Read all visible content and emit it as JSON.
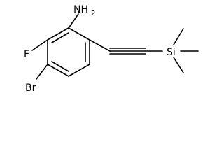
{
  "labels": {
    "amine_n": "NH",
    "amine_sub": "2",
    "fluoro": "F",
    "bromo": "Br",
    "silicon": "Si"
  },
  "colors": {
    "ink": "#000000",
    "background": "#ffffff"
  }
}
